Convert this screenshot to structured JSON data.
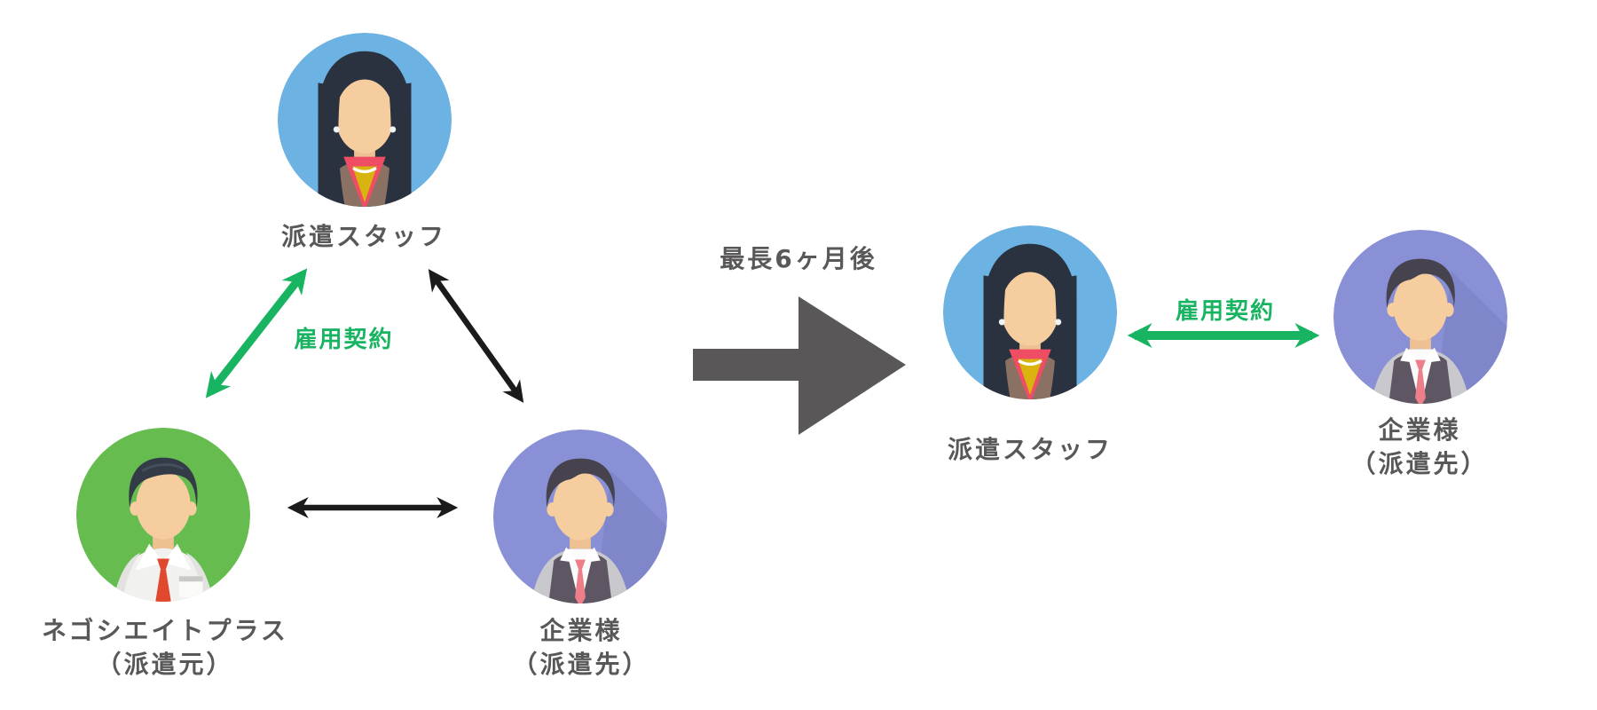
{
  "diagram": {
    "before": {
      "staff": {
        "label": "派遣スタッフ"
      },
      "agency": {
        "name": "ネゴシエイトプラス",
        "sub": "（派遣元）"
      },
      "client": {
        "name": "企業様",
        "sub": "（派遣先）"
      },
      "employment_contract_label": "雇用契約"
    },
    "transition": {
      "label": "最長6ヶ月後"
    },
    "after": {
      "staff": {
        "label": "派遣スタッフ"
      },
      "client": {
        "name": "企業様",
        "sub": "（派遣先）"
      },
      "employment_contract_label": "雇用契約"
    },
    "colors": {
      "accent_green": "#19b462",
      "text_gray": "#595757",
      "transition_arrow_gray": "#595757",
      "relation_arrow_black": "#1b1b1b",
      "staff_circle_blue": "#6cb2e2",
      "agency_circle_green": "#66bc4e",
      "client_circle_purple": "#8990d5"
    }
  }
}
